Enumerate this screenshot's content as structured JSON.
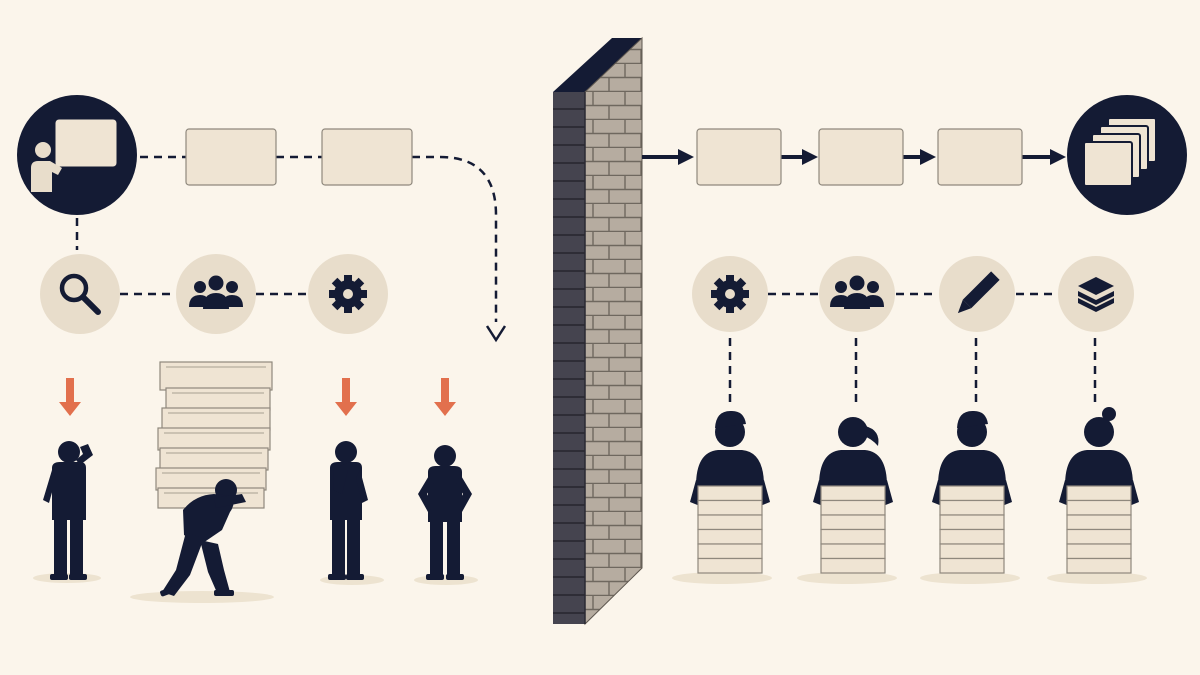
{
  "colors": {
    "background": "#FBF5EB",
    "navy": "#141B34",
    "box_fill": "#EFE4D3",
    "box_stroke": "#8F887D",
    "circle_fill": "#E8DDCB",
    "shadow": "#EDE3D0",
    "accent_arrow": "#E2704D",
    "brick": "#B6ACA0",
    "wall_side": "#464650",
    "mortar": "#6F685F"
  },
  "left_section": {
    "header_icon": "presenter-board-icon",
    "steps": 2,
    "tools": [
      "search-icon",
      "users-icon",
      "gear-icon"
    ],
    "down_arrows": 3,
    "figures": [
      "person-scratching-head-icon",
      "person-carrying-box-stack-icon",
      "person-thinking-icon",
      "person-hands-on-hips-icon"
    ]
  },
  "wall": {
    "icon": "brick-wall-icon"
  },
  "right_section": {
    "steps": 3,
    "footer_icon": "stacked-documents-icon",
    "tools": [
      "gear-icon",
      "users-icon",
      "pencil-icon",
      "layers-icon"
    ],
    "workers": [
      "worker-short-hair-icon",
      "worker-ponytail-icon",
      "worker-short-hair-icon",
      "worker-bun-icon"
    ],
    "stack_count": 6
  }
}
